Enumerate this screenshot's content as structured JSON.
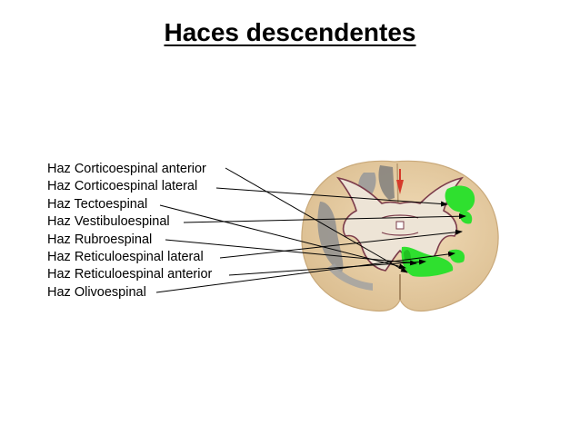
{
  "title": "Haces descendentes",
  "labels": [
    "Haz Corticoespinal anterior",
    "Haz Corticoespinal lateral",
    "Haz Tectoespinal",
    "Haz Vestibuloespinal",
    "Haz Rubroespinal",
    "Haz Reticuloespinal lateral",
    "Haz Reticuloespinal anterior",
    "Haz Olivoespinal"
  ],
  "colors": {
    "white_matter": "#e8cfa8",
    "gray_matter": "#e6dccf",
    "gray_outline": "#7b3b4a",
    "tract_highlight": "#2fe02f",
    "shadow_gray": "#8a8a8a",
    "central_red": "#d63a2a",
    "text": "#000000"
  }
}
